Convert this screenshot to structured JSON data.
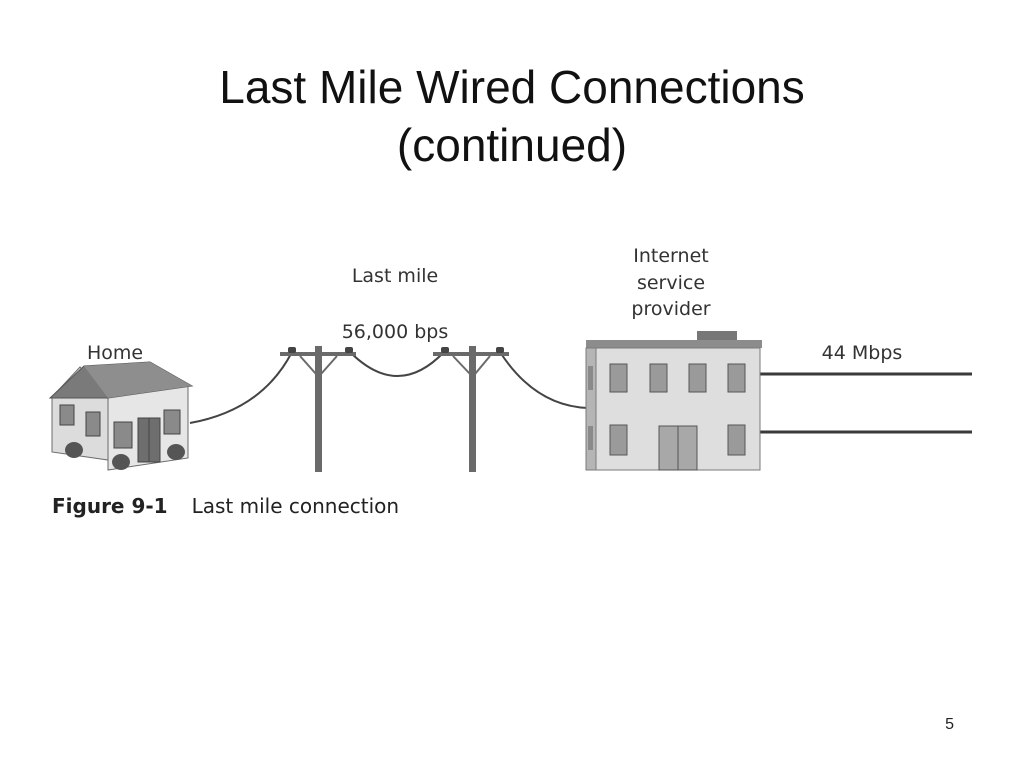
{
  "slide": {
    "title_line1": "Last Mile Wired Connections",
    "title_line2": "(continued)",
    "page_number": "5"
  },
  "figure": {
    "labels": {
      "home": "Home",
      "last_mile": "Last mile",
      "speed_last_mile": "56,000 bps",
      "isp_line1": "Internet",
      "isp_line2": "service",
      "isp_line3": "provider",
      "speed_backbone": "44 Mbps"
    },
    "caption": {
      "number": "Figure 9-1",
      "text": "Last mile connection"
    },
    "icons": [
      "house-icon",
      "utility-pole-icon",
      "isp-building-icon"
    ]
  }
}
